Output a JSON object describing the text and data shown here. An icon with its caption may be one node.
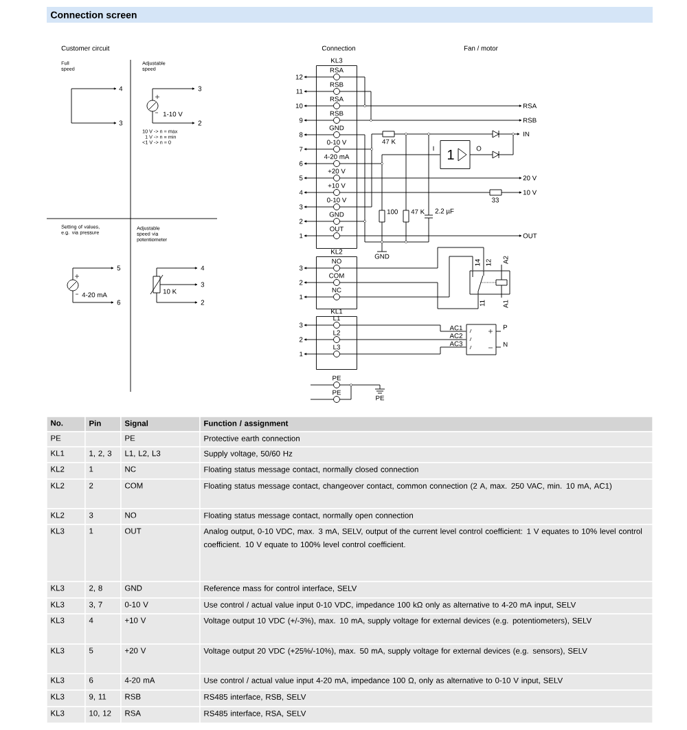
{
  "diagram": {
    "title": "Connection screen",
    "nodes": [
      {
        "text": [
          "KL3",
          "RSA",
          "RSB",
          "RSA",
          "RSB",
          "GND",
          "0-10 V",
          "4-20 mA",
          "+20 V",
          "+10 V",
          "0-10 V",
          "GND",
          "OUT"
        ]
      },
      {
        "text": [
          "1"
        ],
        "beside": [
          "I",
          "O"
        ]
      },
      {
        "text": [
          "KL2",
          "NO",
          "COM",
          "NC"
        ]
      },
      {
        "text": [],
        "shape": "box"
      },
      {
        "text": [
          "KL1",
          "L1",
          "L2",
          "L3"
        ]
      },
      {
        "text": [],
        "shape": "box"
      },
      {
        "text": [
          "12"
        ]
      },
      {
        "text": [
          "11"
        ]
      },
      {
        "text": [
          "10"
        ]
      },
      {
        "text": [
          "9"
        ]
      },
      {
        "text": [
          "8"
        ]
      },
      {
        "text": [
          "7"
        ]
      },
      {
        "text": [
          "6"
        ]
      },
      {
        "text": [
          "5"
        ]
      },
      {
        "text": [
          "4"
        ]
      },
      {
        "text": [
          "3"
        ]
      },
      {
        "text": [
          "2"
        ]
      },
      {
        "text": [
          "1"
        ]
      },
      {
        "text": [
          "RSA"
        ]
      },
      {
        "text": [
          "RSB"
        ]
      },
      {
        "text": [
          "20 V"
        ]
      },
      {
        "text": [
          "10 V"
        ]
      },
      {
        "text": [
          "OUT"
        ]
      },
      {
        "text": [
          "3"
        ]
      },
      {
        "text": [
          "2"
        ]
      },
      {
        "text": [
          "1"
        ]
      },
      {
        "text": [
          "3"
        ]
      },
      {
        "text": [
          "2"
        ]
      },
      {
        "text": [
          "1"
        ]
      }
    ],
    "edges": [
      {
        "from": 0,
        "to": 6,
        "arrow": "to"
      },
      {
        "from": 0,
        "to": 7,
        "arrow": "to"
      },
      {
        "from": 0,
        "to": 8,
        "arrow": "to"
      },
      {
        "from": 0,
        "to": 9,
        "arrow": "to"
      },
      {
        "from": 0,
        "to": 10,
        "arrow": "to"
      },
      {
        "from": 0,
        "to": 11,
        "arrow": "to"
      },
      {
        "from": 0,
        "to": 12,
        "arrow": "to"
      },
      {
        "from": 0,
        "to": 13,
        "arrow": "to"
      },
      {
        "from": 0,
        "to": 14,
        "arrow": "to"
      },
      {
        "from": 0,
        "to": 15,
        "arrow": "to"
      },
      {
        "from": 0,
        "to": 16,
        "arrow": "to"
      },
      {
        "from": 0,
        "to": 17,
        "arrow": "to"
      },
      {
        "from": 0,
        "to": 18,
        "arrow": "to"
      },
      {
        "from": 0,
        "to": 19,
        "arrow": "to"
      },
      {
        "from": 0,
        "to": 20,
        "arrow": "to"
      },
      {
        "from": 0,
        "to": 21,
        "arrow": "to"
      },
      {
        "from": 0,
        "to": 22,
        "arrow": "to"
      },
      {
        "from": 0,
        "to": 1,
        "arrow": "none"
      },
      {
        "from": 2,
        "to": 23,
        "arrow": "to"
      },
      {
        "from": 2,
        "to": 24,
        "arrow": "to"
      },
      {
        "from": 2,
        "to": 25,
        "arrow": "to"
      },
      {
        "from": 2,
        "to": 3,
        "arrow": "none"
      },
      {
        "from": 2,
        "to": 3,
        "arrow": "none"
      },
      {
        "from": 2,
        "to": 3,
        "arrow": "none"
      },
      {
        "from": 4,
        "to": 26,
        "arrow": "to"
      },
      {
        "from": 4,
        "to": 27,
        "arrow": "to"
      },
      {
        "from": 4,
        "to": 28,
        "arrow": "to"
      },
      {
        "from": 4,
        "to": 5,
        "arrow": "none",
        "label": "AC1"
      },
      {
        "from": 4,
        "to": 5,
        "arrow": "none",
        "label": "AC2"
      },
      {
        "from": 4,
        "to": 5,
        "arrow": "none",
        "label": "AC3"
      }
    ],
    "labels": [
      "Customer circuit",
      "Full speed",
      "Adjustable speed",
      "4",
      "3",
      "3",
      "1-10 V",
      "2",
      "10 V -> n = max",
      "1 V -> n = min",
      "<1 V -> n = 0",
      "Setting of values, e.g. via pressure",
      "Adjustable speed via potentiometer",
      "5",
      "4-20 mA",
      "6",
      "4",
      "3",
      "10 K",
      "2",
      "Connection",
      "Fan / motor",
      "47 K",
      "IN",
      "33",
      "100",
      "47 K",
      "2.2 µF",
      "GND",
      "14",
      "12",
      "A2",
      "11",
      "A1",
      "P",
      "N",
      "PE",
      "PE",
      "PE",
      "No.",
      "Pin",
      "Signal",
      "Function / assignment",
      "PE",
      "PE",
      "Protective earth connection",
      "KL1",
      "1, 2, 3",
      "L1, L2, L3",
      "Supply voltage, 50/60 Hz",
      "KL2",
      "1",
      "NC",
      "Floating status message contact, normally closed connection",
      "KL2",
      "2",
      "COM",
      "Floating status message contact, changeover contact, common connection (2 A, max. 250 VAC, min. 10 mA, AC1)",
      "KL2",
      "3",
      "NO",
      "Floating status message contact, normally open connection",
      "KL3",
      "1",
      "OUT",
      "Analog output, 0-10 VDC, max. 3 mA, SELV, output of the current level control coefficient: 1 V equates to 10% level control coefficient. 10 V equate to 100% level control coefficient.",
      "KL3",
      "2, 8",
      "GND",
      "Reference mass for control interface, SELV",
      "KL3",
      "3, 7",
      "0-10 V",
      "Use control / actual value input 0-10 VDC, impedance 100 kΩ only as alternative to 4-20 mA input, SELV",
      "KL3",
      "4",
      "+10 V",
      "Voltage output 10 VDC (+/-3%), max. 10 mA, supply voltage for external devices (e.g. potentiometers), SELV",
      "KL3",
      "5",
      "+20 V",
      "Voltage output 20 VDC (+25%/-10%), max. 50 mA, supply voltage for external devices (e.g. sensors), SELV",
      "KL3",
      "6",
      "4-20 mA",
      "Use control / actual value input 4-20 mA, impedance 100 Ω, only as alternative to 0-10 V input, SELV",
      "KL3",
      "9, 11",
      "RSB",
      "RS485 interface, RSB, SELV",
      "KL3",
      "10, 12",
      "RSA",
      "RS485 interface, RSA, SELV"
    ]
  }
}
